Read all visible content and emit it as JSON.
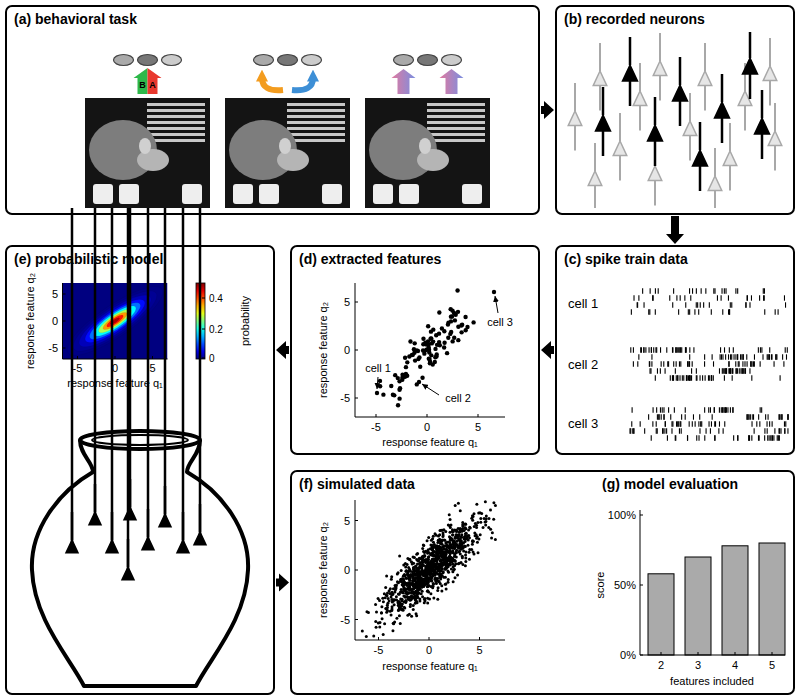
{
  "diagram": {
    "nodes": [
      {
        "text": [
          "(a) behavioral task"
        ]
      },
      {
        "text": [
          "(b) recorded neurons"
        ]
      },
      {
        "text": [
          "(e) probabilistic model"
        ]
      },
      {
        "text": [
          "(d) extracted features"
        ]
      },
      {
        "text": [
          "(c) spike train data"
        ]
      },
      {
        "text": [
          "(f) simulated data",
          "(g) model evaluation"
        ]
      }
    ],
    "edges": [
      {
        "from": 0,
        "to": 1,
        "arrow": "to"
      },
      {
        "from": 1,
        "to": 4,
        "arrow": "to"
      },
      {
        "from": 4,
        "to": 3,
        "arrow": "to"
      },
      {
        "from": 3,
        "to": 2,
        "arrow": "to"
      },
      {
        "from": 2,
        "to": 5,
        "arrow": "to"
      }
    ],
    "labels": [
      "B",
      "A",
      "cell 1",
      "cell 2",
      "cell 3",
      "cell 1",
      "cell 2",
      "cell 3",
      "5",
      "0",
      "-5",
      "-5",
      "0",
      "5",
      "response feature q₂",
      "response feature q₁",
      "5",
      "0",
      "-5",
      "-5",
      "0",
      "5",
      "response feature q₂",
      "response feature q₁",
      "0.4",
      "0.2",
      "0",
      "probability",
      "5",
      "0",
      "-5",
      "-5",
      "0",
      "5",
      "response feature q₂",
      "response feature q₁",
      "100%",
      "50%",
      "0%",
      "2",
      "3",
      "4",
      "5",
      "features included",
      "score"
    ]
  }
}
